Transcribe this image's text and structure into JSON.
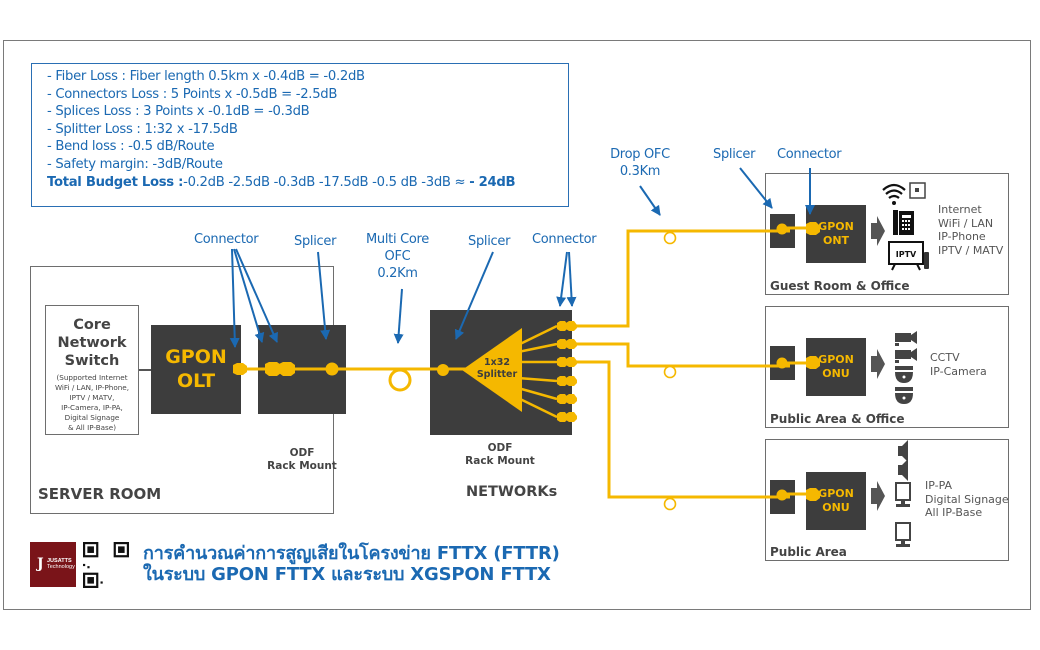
{
  "budget_box": {
    "lines": [
      "- Fiber Loss : Fiber length 0.5km x -0.4dB = -0.2dB",
      "- Connectors Loss : 5 Points x -0.5dB = -2.5dB",
      "- Splices Loss : 3 Points x -0.1dB = -0.3dB",
      "- Splitter Loss : 1:32 x -17.5dB",
      "- Bend loss : -0.5 dB/Route",
      "- Safety margin: -3dB/Route"
    ],
    "total_label": "Total Budget Loss :",
    "total_expr": "-0.2dB -2.5dB -0.3dB -17.5dB -0.5 dB -3dB ≈ ",
    "total_value": "- 24dB"
  },
  "callouts": {
    "connector_left": "Connector",
    "splicer_left": "Splicer",
    "multi_core_ofc": [
      "Multi Core",
      "OFC",
      "0.2Km"
    ],
    "splicer_mid": "Splicer",
    "connector_mid": "Connector",
    "drop_ofc": [
      "Drop OFC",
      "0.3Km"
    ],
    "splicer_right": "Splicer",
    "connector_right": "Connector"
  },
  "server_room": {
    "title": "SERVER ROOM",
    "core_switch": {
      "title": [
        "Core",
        "Network",
        "Switch"
      ],
      "subtitle": [
        "(Supported Internet",
        "WiFi / LAN, IP-Phone,",
        "IPTV / MATV,",
        "IP-Camera, IP-PA,",
        "Digital Signage",
        "& All IP-Base)"
      ]
    },
    "olt_label": [
      "GPON",
      "OLT"
    ],
    "odf_label": [
      "ODF",
      "Rack Mount"
    ]
  },
  "networks": {
    "title": "NETWORKs",
    "splitter_label": [
      "1x32",
      "Splitter"
    ],
    "odf_label": [
      "ODF",
      "Rack Mount"
    ]
  },
  "rooms": [
    {
      "title": "Guest Room & Office",
      "device_label": [
        "GPON",
        "ONT"
      ],
      "services": [
        "Internet",
        "WiFi / LAN",
        "IP-Phone",
        "IPTV / MATV"
      ],
      "icons": [
        "wifi-icon",
        "wall-socket-icon",
        "ip-phone-icon",
        "iptv-icon"
      ],
      "iptv_text": "IPTV"
    },
    {
      "title": "Public Area & Office",
      "device_label": [
        "GPON",
        "ONU"
      ],
      "services": [
        "CCTV",
        "IP-Camera"
      ],
      "icons": [
        "bullet-camera-icon",
        "bullet-camera-icon",
        "dome-camera-icon",
        "dome-camera-icon"
      ]
    },
    {
      "title": "Public Area",
      "device_label": [
        "GPON",
        "ONU"
      ],
      "services": [
        "IP-PA",
        "Digital Signage",
        "All IP-Base"
      ],
      "icons": [
        "speaker-icon",
        "speaker-icon",
        "signage-monitor-icon",
        "signage-monitor-icon"
      ]
    }
  ],
  "footer": {
    "logo_text": [
      "JUSATTS",
      "Technology"
    ],
    "title_line1": "การคำนวณค่าการสูญเสียในโครงข่าย FTTX (FTTR)",
    "title_line2": "ในระบบ GPON FTTX และระบบ XGSPON FTTX"
  },
  "colors": {
    "fiber": "#f5b800",
    "callout": "#1b69b2",
    "equipment": "#3d3d3d",
    "frame": "#6e6e6e",
    "logo_bg": "#7a1419"
  }
}
